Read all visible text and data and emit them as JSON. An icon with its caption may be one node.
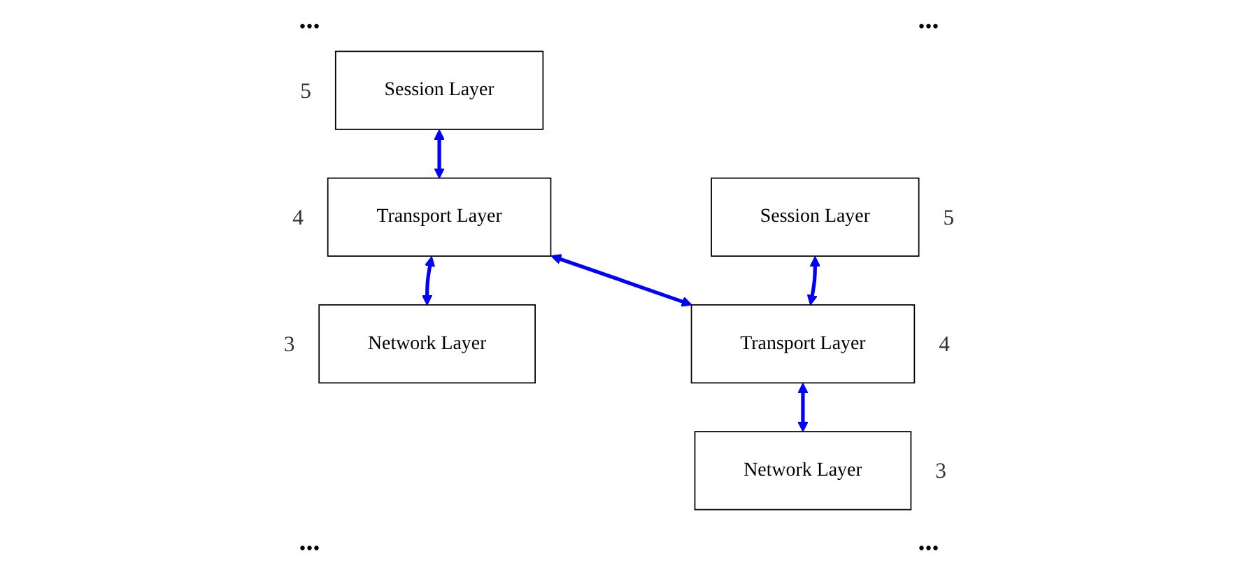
{
  "diagram": {
    "nodes": [
      {
        "text": [
          "Session Layer"
        ],
        "beside": [
          "5"
        ]
      },
      {
        "text": [
          "Transport Layer"
        ],
        "beside": [
          "4"
        ]
      },
      {
        "text": [
          "Network Layer"
        ],
        "beside": [
          "3"
        ]
      },
      {
        "text": [
          "Session Layer"
        ],
        "beside": [
          "5"
        ]
      },
      {
        "text": [
          "Transport Layer"
        ],
        "beside": [
          "4"
        ]
      },
      {
        "text": [
          "Network Layer"
        ],
        "beside": [
          "3"
        ]
      }
    ],
    "edges": [
      {
        "from": 0,
        "to": 1,
        "arrow": "both"
      },
      {
        "from": 1,
        "to": 2,
        "arrow": "both"
      },
      {
        "from": 3,
        "to": 4,
        "arrow": "both"
      },
      {
        "from": 4,
        "to": 5,
        "arrow": "both"
      },
      {
        "from": 1,
        "to": 4,
        "arrow": "both"
      }
    ],
    "labels": [
      "...",
      "...",
      "...",
      "..."
    ]
  }
}
